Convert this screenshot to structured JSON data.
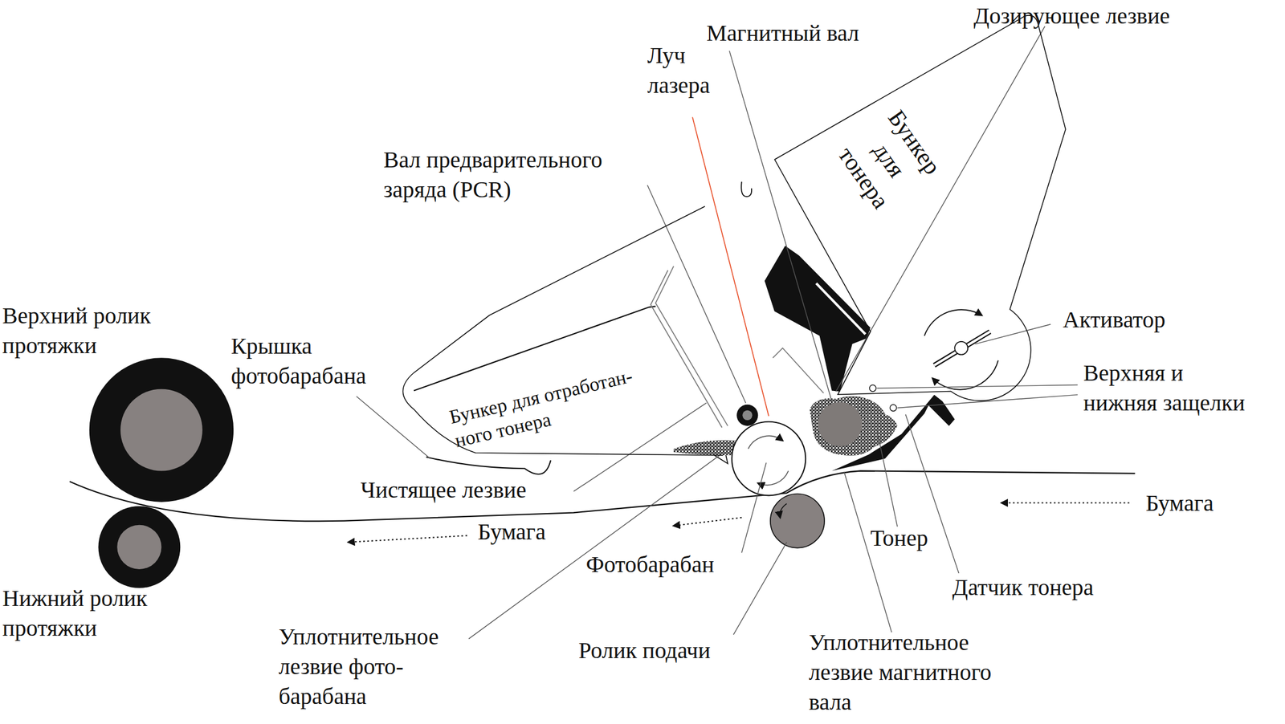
{
  "diagram": {
    "nodes": [
      {
        "text": [
          "Бункер для тонера"
        ]
      },
      {
        "text": [
          "Бункер для отработан- ного тонера"
        ]
      }
    ],
    "labels": [
      "Дозирующее лезвие",
      "Магнитный вал",
      "Луч лазера",
      "Вал предварительного заряда (PCR)",
      "Верхний ролик протяжки",
      "Крышка фотобарабана",
      "Активатор",
      "Верхняя и нижняя защелки",
      "Бумага",
      "Чистящее лезвие",
      "Бумага",
      "Тонер",
      "Датчик тонера",
      "Фотобарабан",
      "Нижний ролик протяжки",
      "Уплотнительное лезвие фото- барабана",
      "Ролик подачи",
      "Уплотнительное лезвие магнитного вала"
    ]
  }
}
